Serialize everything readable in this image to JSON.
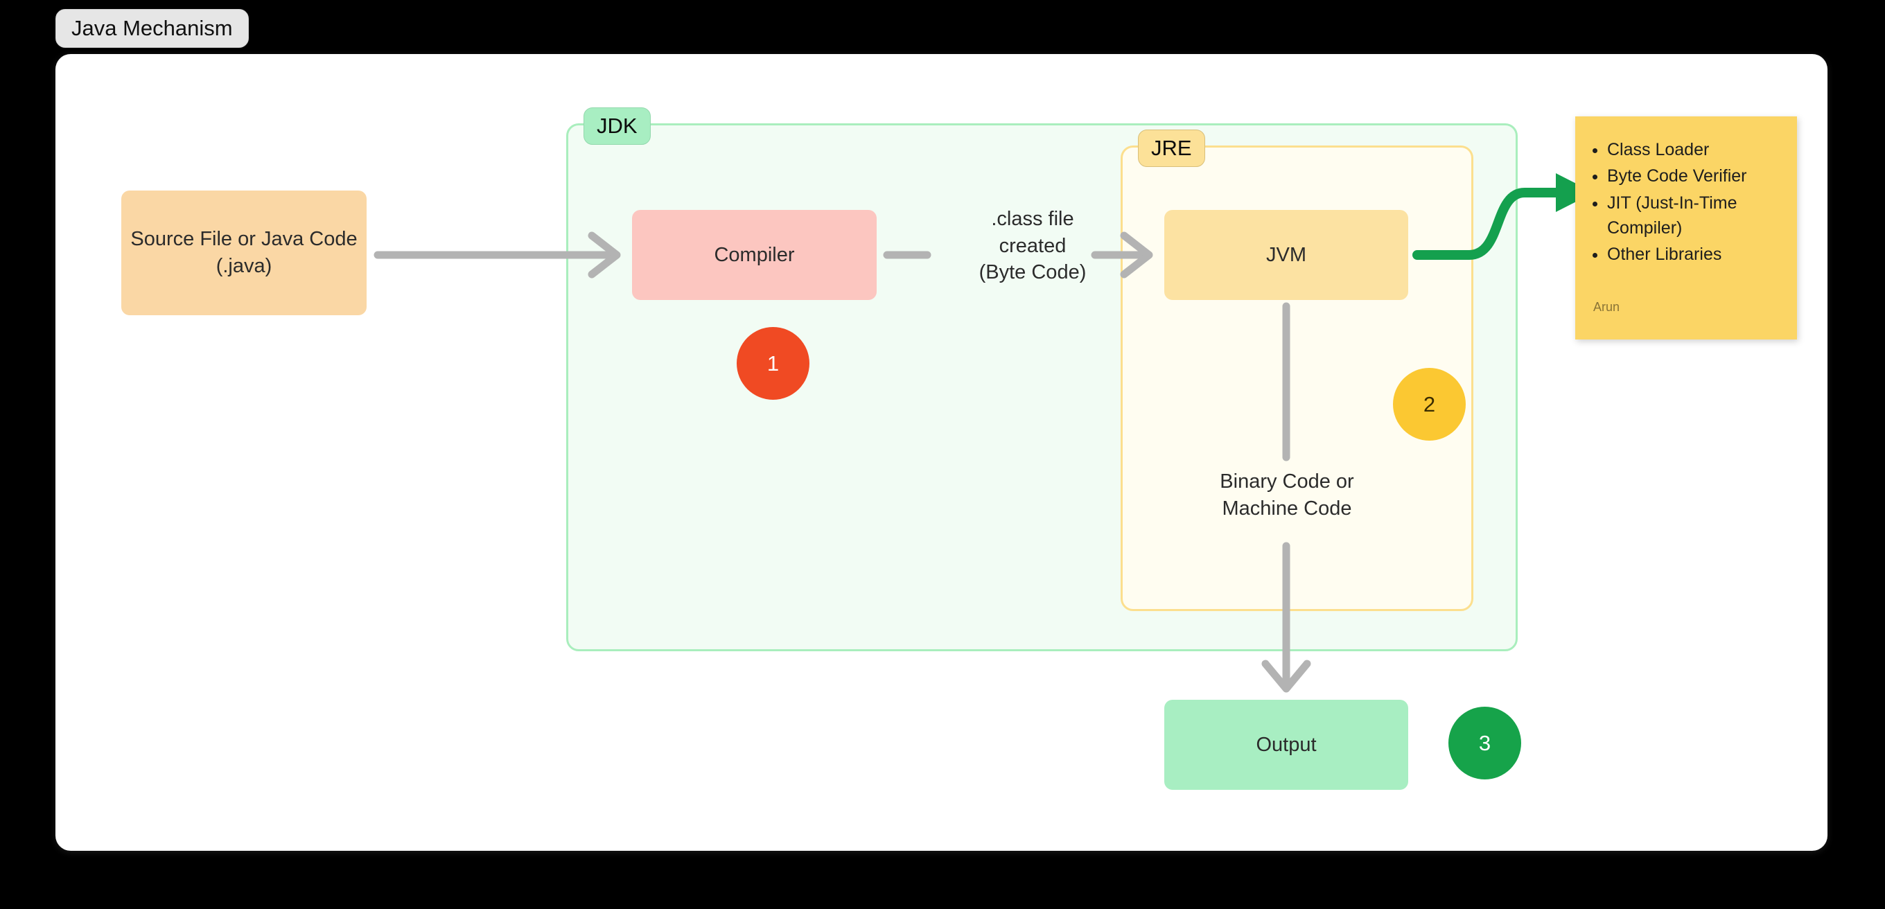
{
  "title": {
    "label": "Java Mechanism"
  },
  "groups": {
    "jdk": {
      "label": "JDK"
    },
    "jre": {
      "label": "JRE"
    }
  },
  "boxes": {
    "source": "Source File or Java\nCode\n(.java)",
    "compiler": "Compiler",
    "jvm": "JVM",
    "output": "Output"
  },
  "labels": {
    "class_file": ".class file\ncreated\n(Byte Code)",
    "binary_code": "Binary Code or\nMachine Code"
  },
  "badges": {
    "one": "1",
    "two": "2",
    "three": "3"
  },
  "sticky": {
    "items": [
      "Class Loader",
      "Byte Code Verifier",
      "JIT (Just-In-Time Compiler)",
      "Other Libraries"
    ],
    "signature": "Arun"
  },
  "colors": {
    "page_background": "#000000",
    "canvas": "#ffffff",
    "jdk_fill": "#f2fcf4",
    "jdk_border": "#a9eebd",
    "jre_fill": "#fffdf1",
    "jre_border": "#fcdf8e",
    "source_box": "#fad7a5",
    "compiler_box": "#fcc6c0",
    "jvm_box": "#fce2a2",
    "output_box": "#a8eec2",
    "sticky_note": "#fbd565",
    "badge_one": "#f04a23",
    "badge_two": "#fbc832",
    "badge_three": "#16a34a",
    "arrow_gray": "#b3b3b3",
    "arrow_green": "#14a04e"
  }
}
